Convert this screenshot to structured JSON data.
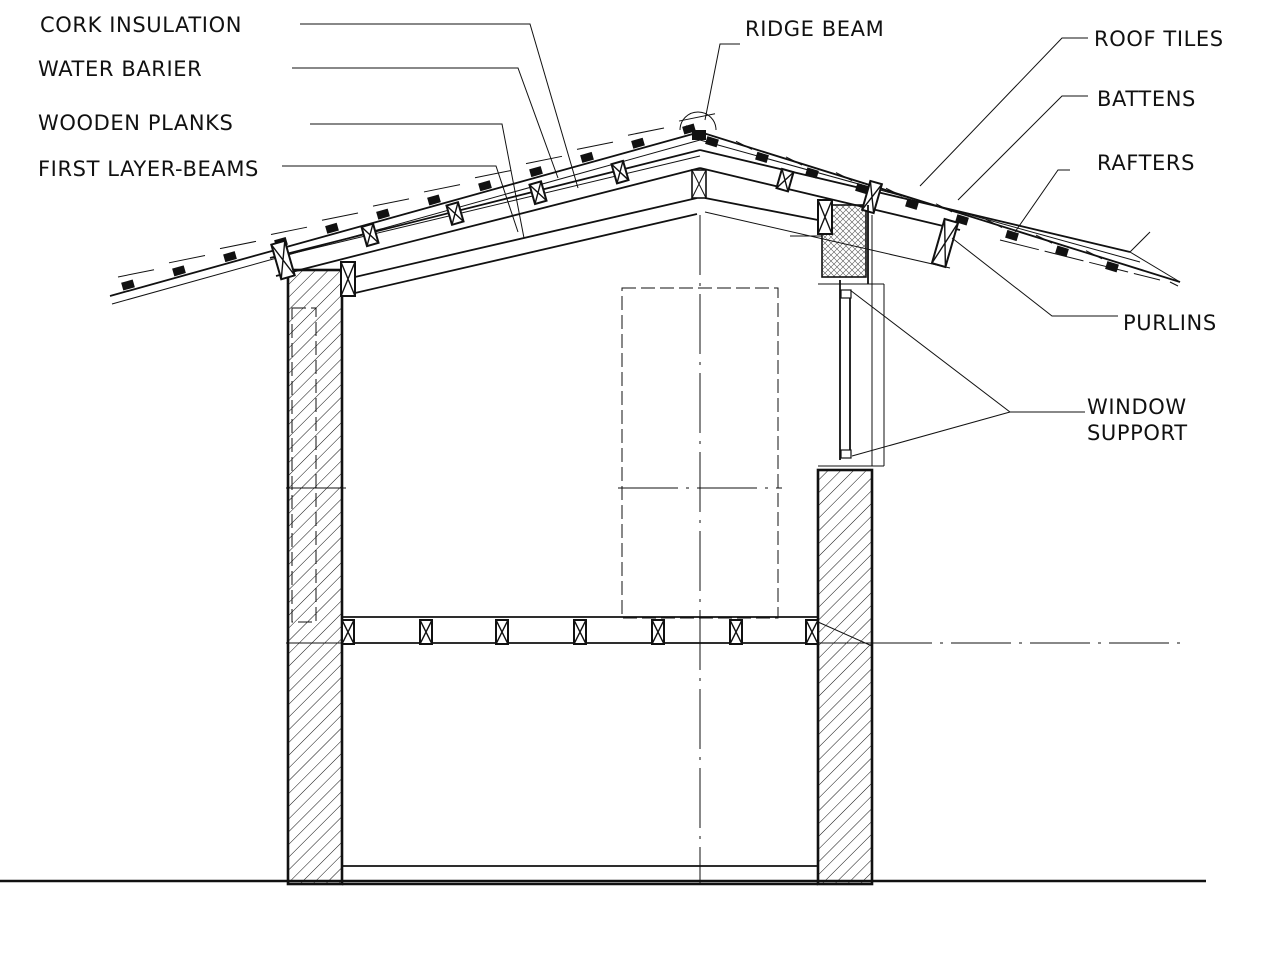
{
  "labels": {
    "cork_insulation": "CORK INSULATION",
    "water_barrier": "WATER BARIER",
    "wooden_planks": "WOODEN PLANKS",
    "first_layer_beams": "FIRST LAYER-BEAMS",
    "ridge_beam": "RIDGE BEAM",
    "roof_tiles": "ROOF TILES",
    "battens": "BATTENS",
    "rafters": "RAFTERS",
    "purlins": "PURLINS",
    "window_support_line1": "WINDOW",
    "window_support_line2": "SUPPORT"
  }
}
